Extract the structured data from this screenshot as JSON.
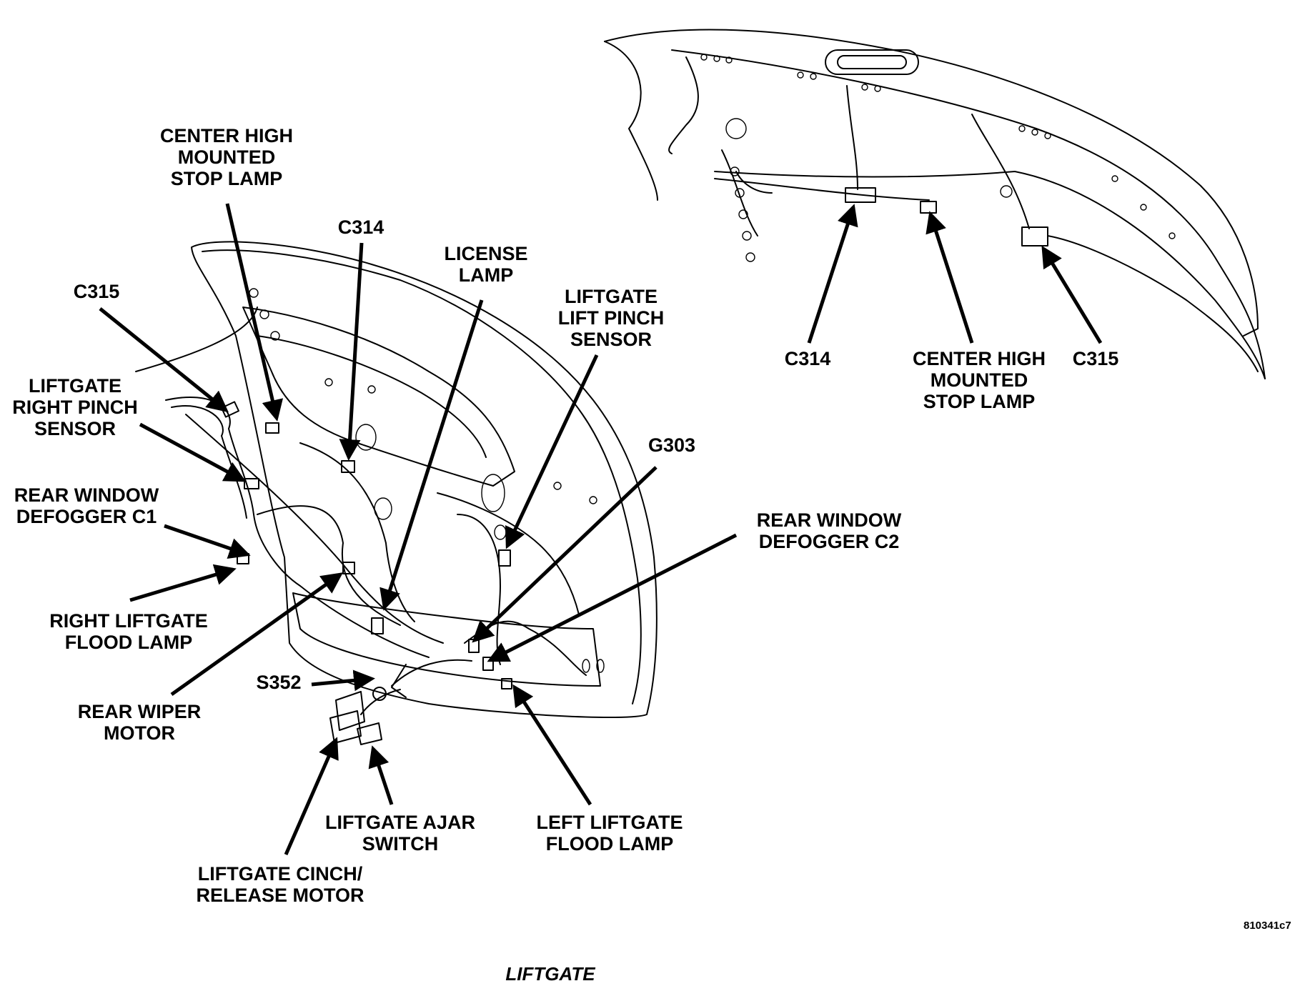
{
  "caption": "LIFTGATE",
  "figure_id": "810341c7",
  "labels": {
    "chmsl_main": [
      "CENTER HIGH",
      "MOUNTED",
      "STOP LAMP"
    ],
    "c314_main": [
      "C314"
    ],
    "license_lamp": [
      "LICENSE",
      "LAMP"
    ],
    "c315_main": [
      "C315"
    ],
    "liftgate_lift_pinch": [
      "LIFTGATE",
      "LIFT PINCH",
      "SENSOR"
    ],
    "liftgate_right_pinch": [
      "LIFTGATE",
      "RIGHT PINCH",
      "SENSOR"
    ],
    "g303": [
      "G303"
    ],
    "rear_window_defogger_c1": [
      "REAR WINDOW",
      "DEFOGGER C1"
    ],
    "rear_window_defogger_c2": [
      "REAR WINDOW",
      "DEFOGGER C2"
    ],
    "right_flood_lamp": [
      "RIGHT LIFTGATE",
      "FLOOD LAMP"
    ],
    "rear_wiper_motor": [
      "REAR WIPER",
      "MOTOR"
    ],
    "s352": [
      "S352"
    ],
    "ajar_switch": [
      "LIFTGATE AJAR",
      "SWITCH"
    ],
    "left_flood_lamp": [
      "LEFT LIFTGATE",
      "FLOOD LAMP"
    ],
    "cinch_release_motor": [
      "LIFTGATE CINCH/",
      "RELEASE MOTOR"
    ],
    "c314_inset": [
      "C314"
    ],
    "chmsl_inset": [
      "CENTER HIGH",
      "MOUNTED",
      "STOP LAMP"
    ],
    "c315_inset": [
      "C315"
    ]
  }
}
